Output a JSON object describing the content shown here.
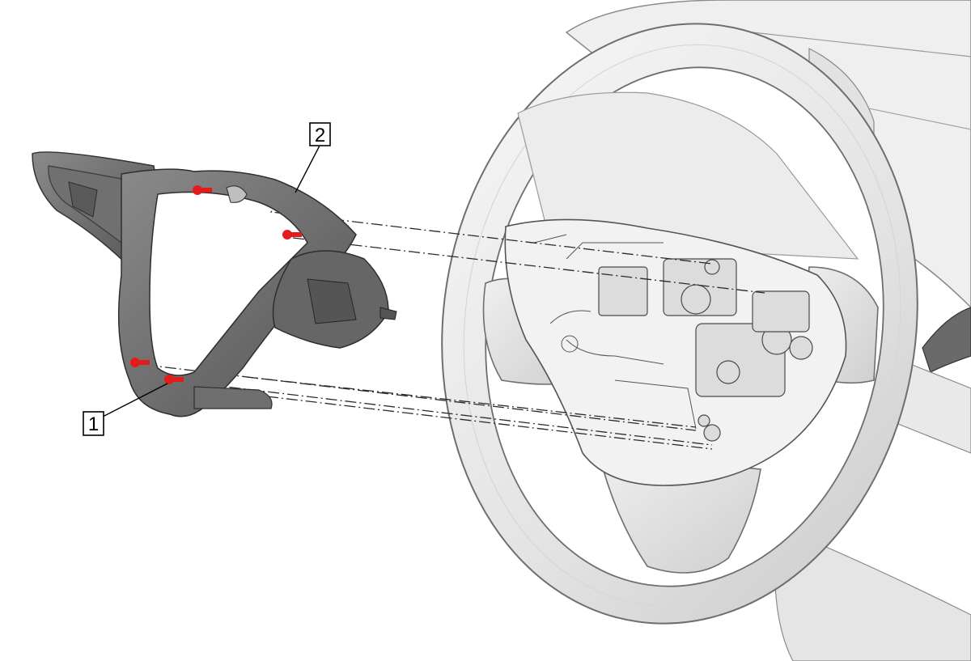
{
  "callouts": [
    {
      "id": "callout-1",
      "label": "1"
    },
    {
      "id": "callout-2",
      "label": "2"
    }
  ],
  "colors": {
    "fastener": "#e41b1b",
    "bezel": "#6b6b6b",
    "bezel_dark": "#4a4a4a",
    "wheel": "#e8e8e8",
    "wheel_shadow": "#bdbdbd",
    "outline": "#3a3a3a"
  },
  "parts": {
    "fastener_count": 4
  }
}
